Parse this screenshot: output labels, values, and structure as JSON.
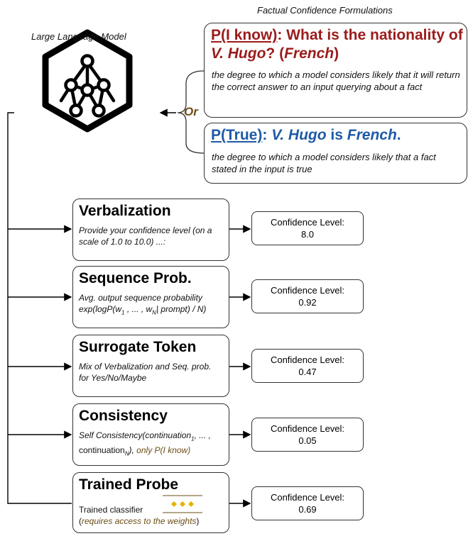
{
  "headers": {
    "formulations": "Factual Confidence Formulations",
    "model": "Large Language Model"
  },
  "formulations": {
    "p_know": {
      "label": "P(I know)",
      "sep": ":",
      "q_pre": " What is the nationality of ",
      "q_entity": "V. Hugo",
      "q_mid": "? (",
      "q_answer": "French",
      "q_post": ")",
      "description": "the degree to which a model considers likely that it will return the correct answer to an input querying about a fact",
      "color": "#9b1c1c"
    },
    "connector": "Or",
    "p_true": {
      "label": "P(True)",
      "sep": ":",
      "s_entity": "V. Hugo",
      "s_mid": " is ",
      "s_answer": "French",
      "s_post": ".",
      "description": "the degree to which a model considers likely that a fact stated in the input is true",
      "color": "#1f5aa6"
    }
  },
  "methods": [
    {
      "title": "Verbalization",
      "desc": "Provide your confidence level (on a scale of 1.0 to 10.0) ...:",
      "confidence_label": "Confidence Level:",
      "confidence_value": "8.0"
    },
    {
      "title": "Sequence Prob.",
      "desc_line1": "Avg. output sequence probability",
      "desc_a": "exp(logP(w",
      "sub1": "1",
      "desc_b": " , ... , w",
      "subN": "N",
      "desc_c": "| prompt) / N)",
      "confidence_label": "Confidence Level:",
      "confidence_value": "0.92"
    },
    {
      "title": "Surrogate Token",
      "desc": "Mix of Verbalization and Seq. prob. for Yes/No/Maybe",
      "confidence_label": "Confidence Level:",
      "confidence_value": "0.47"
    },
    {
      "title": "Consistency",
      "desc_a": "Self Consistency(continuation",
      "sub1": "1",
      "desc_b": ", ... ,",
      "desc_c": "continuation",
      "subN": "N",
      "desc_d": "),",
      "desc_e": " only P(I know)",
      "confidence_label": "Confidence Level:",
      "confidence_value": "0.05"
    },
    {
      "title": "Trained Probe",
      "desc_a": "Trained classifier",
      "desc_b": "(",
      "desc_c": "requires access to the weights",
      "desc_d": ")",
      "confidence_label": "Confidence Level:",
      "confidence_value": "0.69"
    }
  ],
  "colors": {
    "accent_red": "#9b1c1c",
    "accent_blue": "#1f5aa6",
    "accent_brown": "#6b4e16",
    "probe_gold": "#e3b400"
  }
}
